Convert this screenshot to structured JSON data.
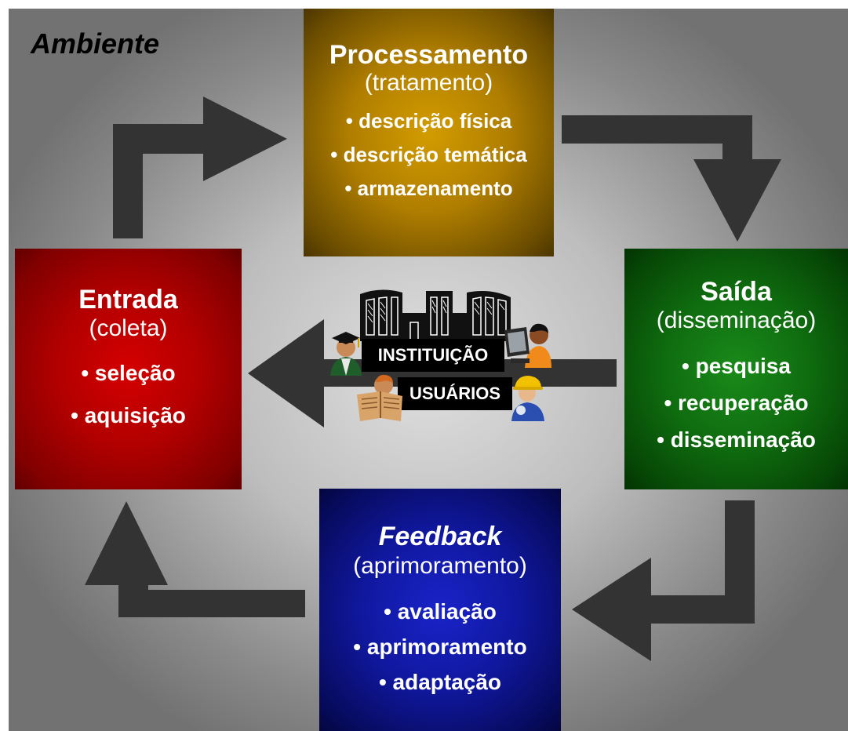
{
  "diagram": {
    "environment_label": "Ambiente",
    "processamento": {
      "title": "Processamento",
      "subtitle": "(tratamento)",
      "items": [
        "• descrição física",
        "• descrição temática",
        "• armazenamento"
      ],
      "color": "#b07e00"
    },
    "entrada": {
      "title": "Entrada",
      "subtitle": "(coleta)",
      "items": [
        "• seleção",
        "• aquisição"
      ],
      "color": "#b20000"
    },
    "saida": {
      "title": "Saída",
      "subtitle": "(disseminação)",
      "items": [
        "• pesquisa",
        "• recuperação",
        "• disseminação"
      ],
      "color": "#0f6d0f"
    },
    "feedback": {
      "title": "Feedback",
      "subtitle": "(aprimoramento)",
      "items": [
        "• avaliação",
        "• aprimoramento",
        "• adaptação"
      ],
      "color": "#1018a0"
    },
    "center": {
      "institution_label": "INSTITUIÇÃO",
      "users_label": "USUÁRIOS"
    },
    "icons": [
      "building-icon",
      "graduate-user-icon",
      "computer-user-icon",
      "reader-user-icon",
      "worker-user-icon"
    ]
  }
}
